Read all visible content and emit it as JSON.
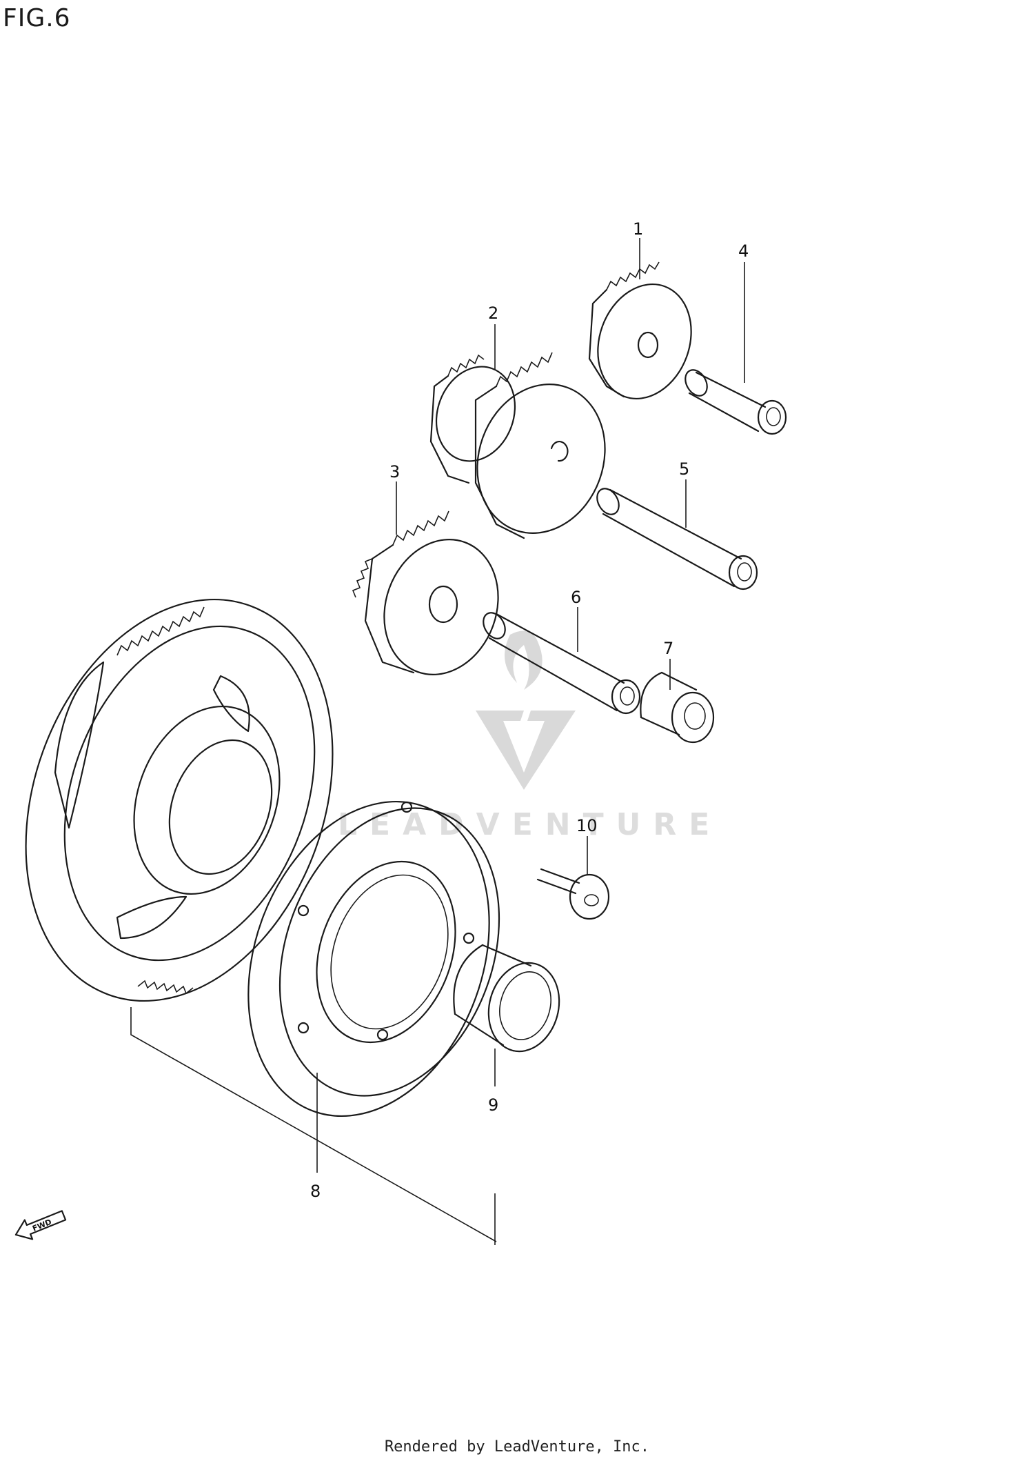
{
  "figure": {
    "title": "FIG.6"
  },
  "watermark": {
    "text": "LEADVENTURE"
  },
  "badge": {
    "text": "FWD"
  },
  "callouts": [
    "1",
    "2",
    "3",
    "4",
    "5",
    "6",
    "7",
    "8",
    "9",
    "10"
  ],
  "footer": {
    "text": "Rendered by LeadVenture, Inc."
  }
}
